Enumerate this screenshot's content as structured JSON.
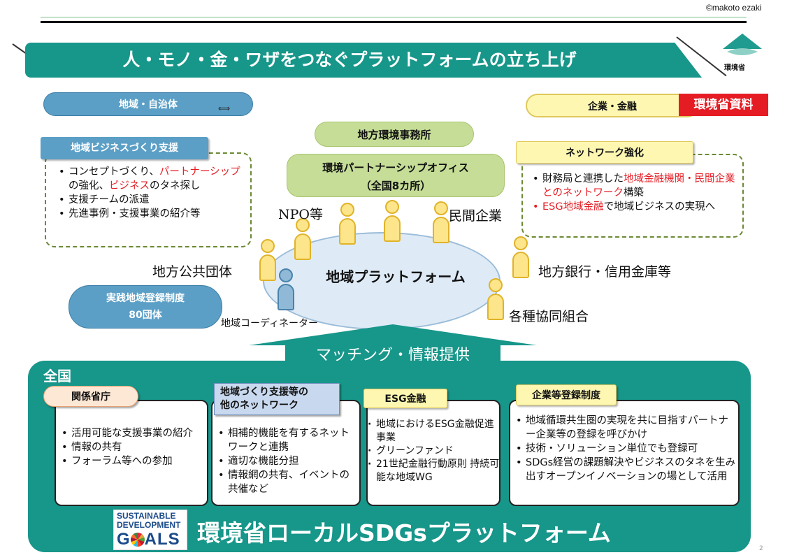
{
  "credit": "©makoto ezaki",
  "title": "人・モノ・金・ワザをつなぐプラットフォームの立ち上げ",
  "logo": {
    "name": "環境省",
    "icon": "moe-logo-icon"
  },
  "region_pill": "地域・自治体",
  "arrow_lr": "⟺",
  "corp_pill": "企業・金融",
  "source_label": "環境省資料",
  "left_box": {
    "tag": "地域ビジネスづくり支援",
    "items": [
      [
        {
          "t": "コンセプトづくり、",
          "r": false
        },
        {
          "t": "パートナーシップ",
          "r": true
        },
        {
          "t": "の強化、",
          "r": false
        },
        {
          "t": "ビジネス",
          "r": true
        },
        {
          "t": "のタネ探し",
          "r": false
        }
      ],
      [
        {
          "t": "支援チームの派遣",
          "r": false
        }
      ],
      [
        {
          "t": "先進事例・支援事業の紹介等",
          "r": false
        }
      ]
    ]
  },
  "right_box": {
    "tag": "ネットワーク強化",
    "items": [
      {
        "bullet_red": false,
        "parts": [
          {
            "t": "財務局と連携した",
            "r": false
          },
          {
            "t": "地域金融機関・民間企業とのネットワーク",
            "r": true
          },
          {
            "t": "構築",
            "r": false
          }
        ]
      },
      {
        "bullet_red": true,
        "parts": [
          {
            "t": "ESG地域金融",
            "r": true
          },
          {
            "t": "で地域ビジネスの実現へ",
            "r": false
          }
        ]
      }
    ]
  },
  "office_top": "地方環境事務所",
  "office_line1": "環境パートナーシップオフィス",
  "office_line2": "（全国8カ所）",
  "platform": "地域プラットフォーム",
  "labels": {
    "npo": "NPO等",
    "private": "民間企業",
    "public": "地方公共団体",
    "bank": "地方銀行・信用金庫等",
    "coop": "各種協同組合",
    "coord": "地域コーディネーター"
  },
  "jissen_line1": "実践地域登録制度",
  "jissen_line2": "80団体",
  "arrow_text": "マッチング・情報提供",
  "national_label": "全国",
  "cards": [
    {
      "tag": "関係省庁",
      "items": [
        "活用可能な支援事業の紹介",
        "情報の共有",
        "フォーラム等への参加"
      ]
    },
    {
      "tag_line1": "地域づくり支援等の",
      "tag_line2": "他のネットワーク",
      "items": [
        "相補的機能を有するネットワークと連携",
        "適切な機能分担",
        "情報網の共有、イベントの共催など"
      ]
    },
    {
      "tag": "ESG金融",
      "items": [
        "地域におけるESG金融促進事業",
        "グリーンファンド",
        "21世紀金融行動原則 持続可能な地域WG"
      ]
    },
    {
      "tag": "企業等登録制度",
      "items": [
        "地域循環共生圏の実現を共に目指すパートナー企業等の登録を呼びかけ",
        "技術・ソリューション単位でも登録可",
        "SDGs経営の課題解決やビジネスのタネを生み出すオープンイノベーションの場として活用"
      ]
    }
  ],
  "sdg_logo": {
    "line1": "SUSTAINABLE",
    "line2": "DEVELOPMENT",
    "goals_g": "G",
    "goals_rest": "ALS"
  },
  "sdgs_title": "環境省ローカルSDGsプラットフォーム",
  "page_no": "2",
  "colors": {
    "teal": "#17968a",
    "blue": "#5b9fc6",
    "yellow": "#fdf7b2",
    "green": "#c5dd97",
    "red": "#e51c24"
  }
}
